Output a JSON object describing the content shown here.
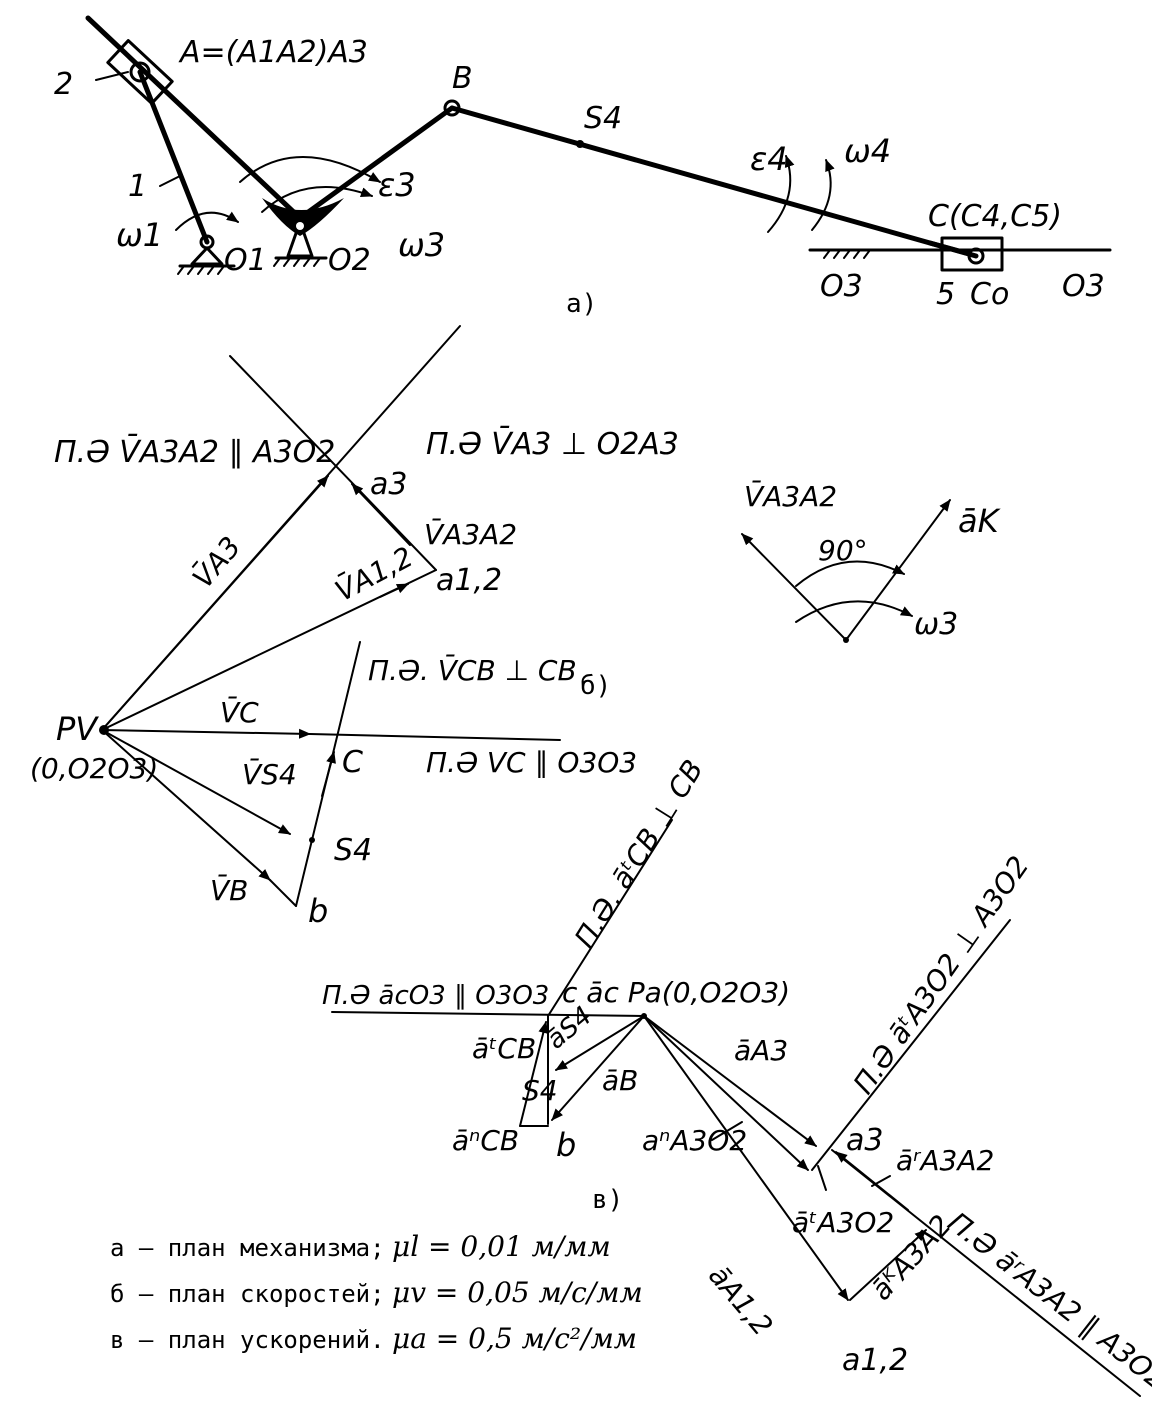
{
  "mechanism": {
    "label_a": "A=(A1A2)A3",
    "label_2": "2",
    "label_1": "1",
    "label_omega1": "ω1",
    "label_O1": "O1",
    "label_O2": "O2",
    "label_omega3": "ω3",
    "label_eps3": "ε3",
    "label_B": "B",
    "label_S4": "S4",
    "label_eps4": "ε4",
    "label_omega4": "ω4",
    "label_C": "C(C4,C5)",
    "label_O3_left": "O3",
    "label_5": "5",
    "label_Co": "Co",
    "label_O3_right": "O3",
    "caption": "а)"
  },
  "velocity_plan": {
    "line_va3a2": "П.Ә V̄A3A2 ∥ A3O2",
    "line_va3": "П.Ә V̄A3 ⊥ O2A3",
    "label_a3": "a3",
    "label_va3a2": "V̄A3A2",
    "label_va3": "V̄A3",
    "label_va12": "V̄A1,2",
    "label_a12": "a1,2",
    "line_vcb": "П.Ә. V̄CB ⊥ CB",
    "caption": "б)",
    "label_pv": "PV",
    "label_pv_sub": "(0,O2O3)",
    "label_vc": "V̄C",
    "label_c": "C",
    "line_vc": "П.Ә VC ∥ O3O3",
    "label_vs4": "V̄S4",
    "label_s4": "S4",
    "label_vb": "V̄B",
    "label_b": "b"
  },
  "coriolis": {
    "label_va3a2": "V̄A3A2",
    "label_90": "90°",
    "label_ak": "āK",
    "label_omega3": "ω3"
  },
  "accel_plan": {
    "line_acb_t": "П.Ә. āᵗCB ⊥ CB",
    "line_aco3": "П.Ә ācO3 ∥ O3O3",
    "label_c_ac_pa": "c āc Pa(0,O2O3)",
    "label_acb_t": "āᵗCB",
    "label_as4": "āS4",
    "label_s4": "S4",
    "label_ab": "āB",
    "label_acb_n": "āⁿCB",
    "label_b": "b",
    "label_aa3": "āA3",
    "label_aa3o2_n": "aⁿA3O2",
    "line_aa3o2_t": "П.Ә āᵗA3O2 ⊥ A3O2",
    "label_a3": "a3",
    "label_aa3a2_r": "āʳA3A2",
    "label_aa3o2_t": "āᵗA3O2",
    "caption": "в)",
    "line_aa3a2_r": "П.Ә āʳA3A2 ∥ A3O2",
    "label_aa12": "āA1,2",
    "label_aa3a2_k": "āᴷA3A2",
    "label_a12": "a1,2"
  },
  "legend": {
    "row_a": "а – план механизма;",
    "row_a_scale": "μl = 0,01 м/мм",
    "row_b": "б – план скоростей;",
    "row_b_scale": "μv = 0,05 м/с/мм",
    "row_v": "в – план ускорений.",
    "row_v_scale": "μa = 0,5 м/с²/мм"
  }
}
